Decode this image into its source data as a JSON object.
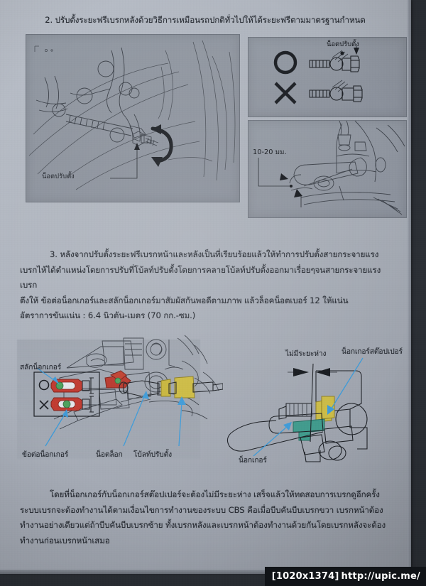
{
  "document": {
    "heading": "2. ปรับตั้งระยะฟรีเบรกหลังด้วยวิธีการเหมือนรถปกติทั่วไปให้ได้ระยะฟรีตามมาตรฐานกำหนด",
    "section3": {
      "line1": "3. หลังจากปรับตั้งระยะฟรีเบรกหน้าและหลังเป็นที่เรียบร้อยแล้วให้ทำการปรับตั้งสายกระจายแรง",
      "line2": "เบรกไห้ได้ตำแหน่งโดยการปรับที่โบ้ลท์ปรับตั้งโดยการคลายโบ้ลท์ปรับตั้งออกมาเรื่อยๆจนสายกระจายแรงเบรก",
      "line3": "ตึงให้ ข้อต่อน็อกเกอร์และสลักน็อกเกอร์มาสัมผัสกันพอดีตามภาพ แล้วล็อคน็อตเบอร์ 12 ให้แน่น",
      "torque": "อัตราการขันแน่น : 6.4 นิวตัน-เมตร (70 กก.-ซม.)"
    },
    "closing": {
      "line1": "โดยที่น็อกเกอร์กับน็อกเกอร์สต๊อปเปอร์จะต้องไม่มีระยะห่าง เสร็จแล้วให้ทดสอบการเบรกดูอีกครั้ง",
      "line2": "ระบบเบรกจะต้องทำงานได้ตามเงื่อนไขการทำงานของระบบ CBS  คือเมื่อบีบคันบีบเบรกขวา เบรกหน้าต้อง",
      "line3": "ทำงานอย่างเดียวแต่ถ้าบีบคันบีบเบรกซ้าย ทั้งเบรกหลังและเบรกหน้าต้องทำงานด้วยกันโดยเบรกหลังจะต้อง",
      "line4": "ทำงานก่อนเบรกหน้าเสมอ"
    }
  },
  "figures": {
    "top_left": {
      "label_adjust_nut": "น็อตปรับตั้ง"
    },
    "top_right_upper": {
      "label_adjust_nut": "น็อตปรับตั้ง",
      "mark_correct": "O",
      "mark_wrong": "X"
    },
    "top_right_lower": {
      "label_free_play": "10-20 มม."
    },
    "bottom_left": {
      "label_knocker_pin": "สลักน็อกเกอร์",
      "label_knocker_joint": "ข้อต่อน็อกเกอร์",
      "label_lock_nut": "น็อตล็อก",
      "label_adjust_bolt": "โบ้ลท์ปรับตั้ง",
      "mark_correct": "O",
      "mark_wrong": "X"
    },
    "bottom_right": {
      "label_no_gap": "ไม่มีระยะห่าง",
      "label_knocker_stopper": "น็อกเกอร์สต๊อปเปอร์",
      "label_knocker": "น็อกเกอร์"
    }
  },
  "watermark": {
    "dimensions": "[1020x1374]",
    "url": "http://upic.me/"
  },
  "colors": {
    "page": "#b2b8c2",
    "ink": "#23272e",
    "panel": "#8f959f",
    "callout_blue": "#3d9ad8",
    "part_red": "#c0392f",
    "part_yellow": "#c9b93a",
    "part_green": "#49a05a",
    "watermark_bg": "#111418"
  }
}
